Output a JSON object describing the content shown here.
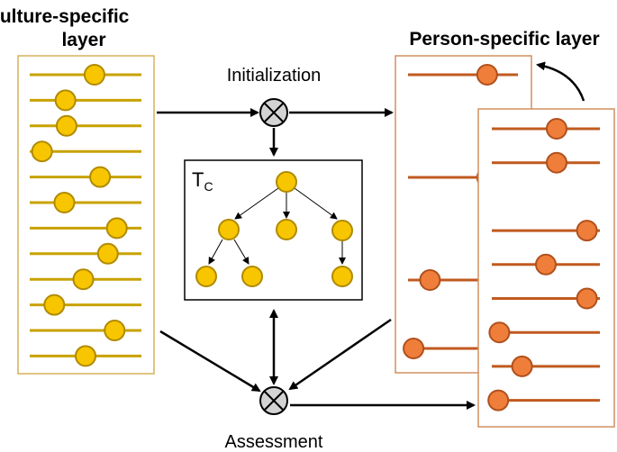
{
  "labels": {
    "culture_title_line1": "Culture-specific",
    "culture_title_line2": "layer",
    "person_title": "Person-specific layer",
    "initialization": "Initialization",
    "assessment": "Assessment",
    "tree_label_main": "T",
    "tree_label_sub": "C"
  },
  "culture_layer": {
    "slider_positions": [
      0.58,
      0.32,
      0.33,
      0.11,
      0.63,
      0.31,
      0.78,
      0.7,
      0.48,
      0.22,
      0.76,
      0.5
    ]
  },
  "person_layer_back": {
    "slider_positions": [
      0.72,
      null,
      null,
      0.72,
      null,
      null,
      0.2,
      null,
      0.05
    ]
  },
  "person_layer_front": {
    "slider_positions": [
      0.6,
      0.6,
      null,
      0.88,
      0.5,
      0.88,
      0.07,
      0.28,
      0.06
    ]
  },
  "colors": {
    "culture_line": "#c8a200",
    "culture_knob": "#f7c600",
    "culture_knob_stroke": "#b08a00",
    "culture_box_border": "#d6b25a",
    "person_line": "#c05a1f",
    "person_knob": "#ee7e3a",
    "person_knob_stroke": "#b0501c",
    "person_box_border": "#d09060",
    "operator_fill": "#d3d3d3"
  }
}
